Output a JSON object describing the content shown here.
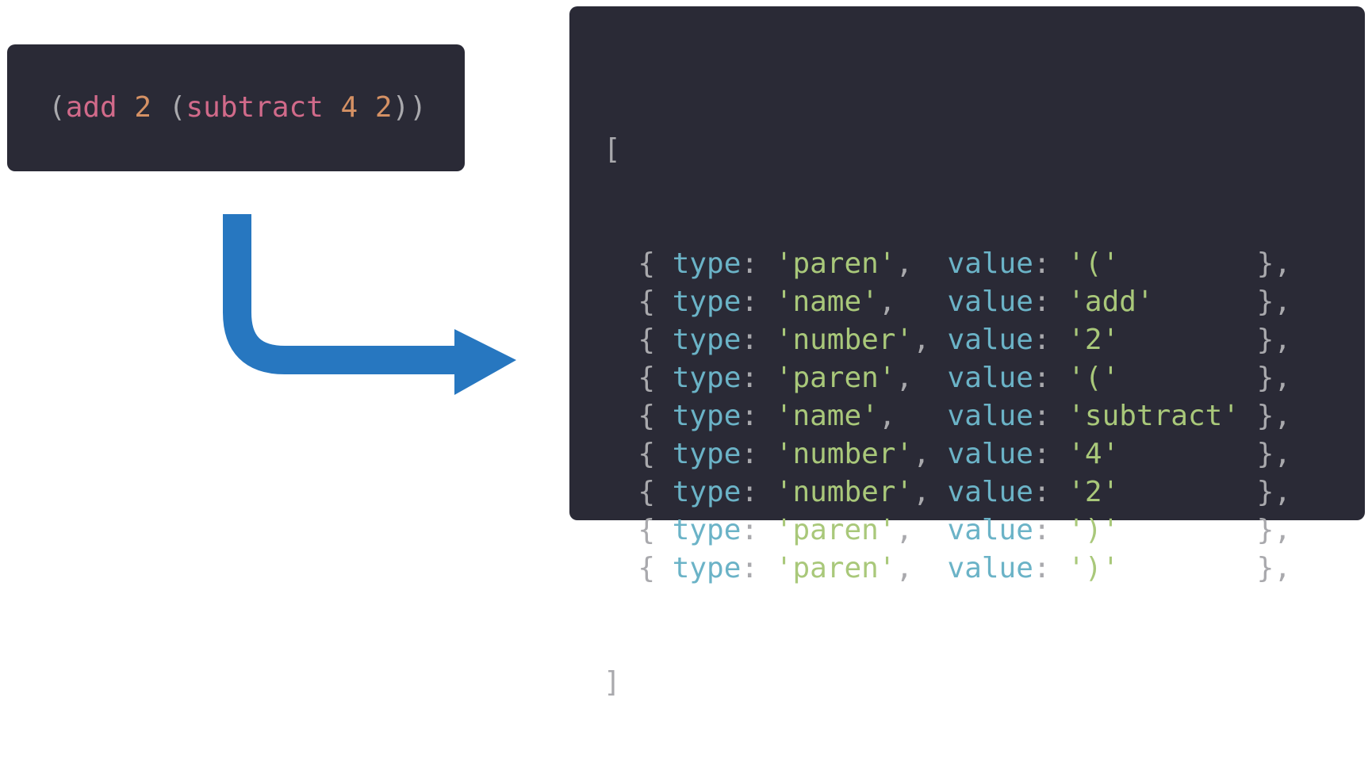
{
  "input": {
    "open1": "(",
    "fn1": "add",
    "arg1": "2",
    "open2": "(",
    "fn2": "subtract",
    "arg2": "4",
    "arg3": "2",
    "close": "))"
  },
  "output": {
    "open_bracket": "[",
    "close_bracket": "]",
    "key_type": "type",
    "key_value": "value",
    "tokens": [
      {
        "type": "'paren'",
        "value": "'('"
      },
      {
        "type": "'name'",
        "value": "'add'"
      },
      {
        "type": "'number'",
        "value": "'2'"
      },
      {
        "type": "'paren'",
        "value": "'('"
      },
      {
        "type": "'name'",
        "value": "'subtract'"
      },
      {
        "type": "'number'",
        "value": "'4'"
      },
      {
        "type": "'number'",
        "value": "'2'"
      },
      {
        "type": "'paren'",
        "value": "')'"
      },
      {
        "type": "'paren'",
        "value": "')'"
      }
    ]
  },
  "colors": {
    "panel": "#2a2a36",
    "arrow": "#2777c0",
    "function": "#d16a8a",
    "number": "#d59164",
    "key": "#6bb3c7",
    "string": "#a9c87a",
    "punctuation": "#a9a9ad"
  },
  "icons": {
    "arrow": "bent-arrow-down-right-icon"
  }
}
